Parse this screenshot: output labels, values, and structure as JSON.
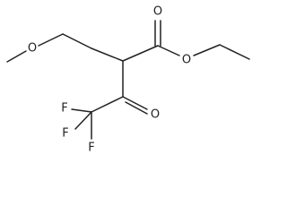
{
  "structure": {
    "atoms": {
      "methoxy_oxygen": "O",
      "ester_carbonyl_oxygen": "O",
      "ester_oxygen": "O",
      "ketone_oxygen": "O",
      "fluorine_1": "F",
      "fluorine_2": "F",
      "fluorine_3": "F"
    }
  }
}
